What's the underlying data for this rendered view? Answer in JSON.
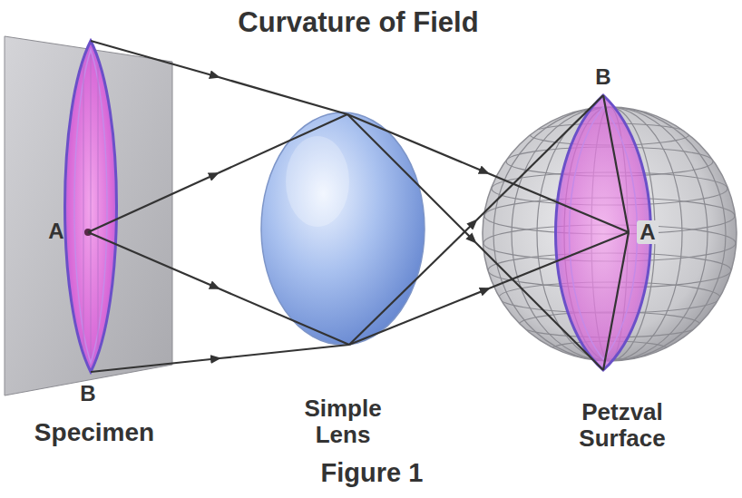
{
  "diagram": {
    "title": "Curvature of Field",
    "caption": "Figure 1",
    "labels": [
      "A",
      "B",
      "Specimen",
      "Simple Lens",
      "B",
      "A",
      "Petzval Surface"
    ]
  }
}
